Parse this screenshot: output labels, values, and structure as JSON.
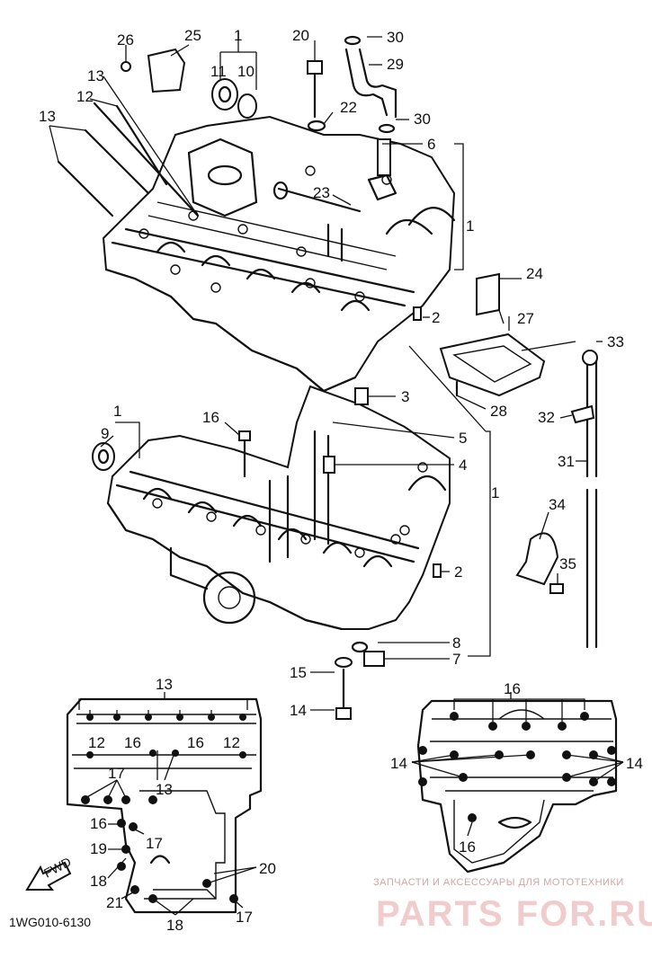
{
  "drawing_code": "1WG010-6130",
  "fwd_arrow": "FWD",
  "watermark": {
    "caption": "ЗАПЧАСТИ И АКСЕССУАРЫ ДЛЯ МОТОТЕХНИКИ",
    "site": "PARTS FOR.RU"
  },
  "callouts": {
    "n1a": "1",
    "n1b": "1",
    "n1c": "1",
    "n1d": "1",
    "n2a": "2",
    "n2b": "2",
    "n3": "3",
    "n4": "4",
    "n5": "5",
    "n6": "6",
    "n7": "7",
    "n8": "8",
    "n9": "9",
    "n10": "10",
    "n11": "11",
    "n12": "12",
    "n13a": "13",
    "n13b": "13",
    "n14": "14",
    "n15": "15",
    "n16": "16",
    "n20": "20",
    "n22": "22",
    "n23": "23",
    "n24": "24",
    "n25": "25",
    "n26": "26",
    "n27": "27",
    "n28": "28",
    "n29": "29",
    "n30a": "30",
    "n30b": "30",
    "n31": "31",
    "n32": "32",
    "n33": "33",
    "n34": "34",
    "n35": "35"
  },
  "inset_left": {
    "n13top": "13",
    "n12l": "12",
    "n16l": "16",
    "n16r": "16",
    "n12r": "12",
    "n17": "17",
    "n13mid": "13",
    "n16b": "16",
    "n17b": "17",
    "n19": "19",
    "n18": "18",
    "n20": "20",
    "n21": "21",
    "n18b": "18",
    "n17c": "17"
  },
  "inset_right": {
    "n16": "16",
    "n14l": "14",
    "n14r": "14",
    "n16b": "16"
  }
}
